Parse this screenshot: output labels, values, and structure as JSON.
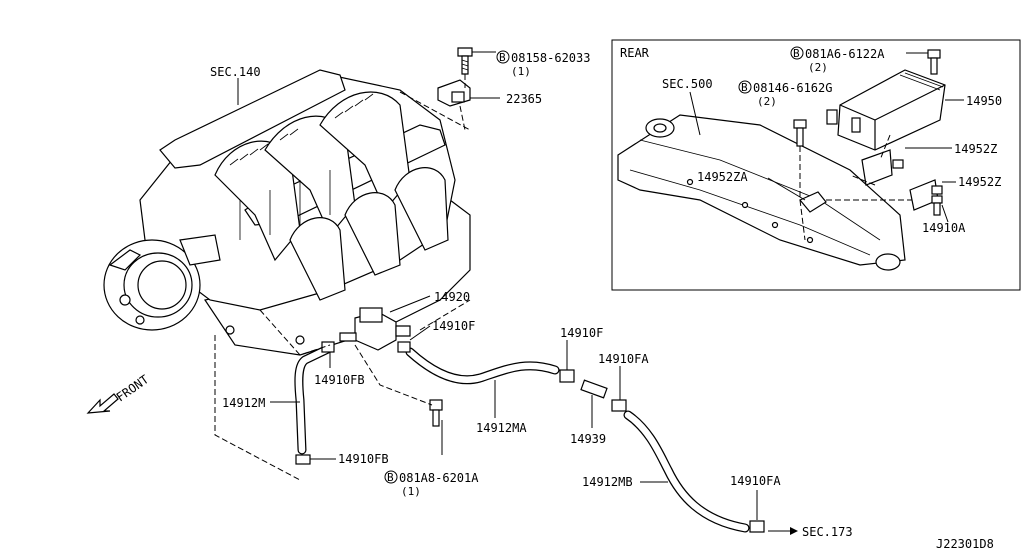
{
  "labels": {
    "sec140": "SEC.140",
    "bolt1_code": "08158-62033",
    "bolt1_qty": "(1)",
    "sensor": "22365",
    "rear": "REAR",
    "sec500": "SEC.500",
    "bolt2_code": "081A6-6122A",
    "bolt2_qty": "(2)",
    "bolt3_code": "08146-6162G",
    "bolt3_qty": "(2)",
    "canister": "14950",
    "bracket1": "14952Z",
    "bracket2": "14952ZA",
    "bracket3": "14952Z",
    "valve_bolt": "14910A",
    "valve": "14920",
    "clip_f1": "14910F",
    "clip_fb1": "14910FB",
    "hose_m": "14912M",
    "clip_fb2": "14910FB",
    "bolt4_code": "081A8-6201A",
    "bolt4_qty": "(1)",
    "hose_ma": "14912MA",
    "clip_f2": "14910F",
    "clip_fa1": "14910FA",
    "connector": "14939",
    "hose_mb": "14912MB",
    "clip_fa2": "14910FA",
    "sec173": "SEC.173",
    "front": "FRONT",
    "diagram_id": "J22301D8",
    "bolt_marker": "B"
  }
}
